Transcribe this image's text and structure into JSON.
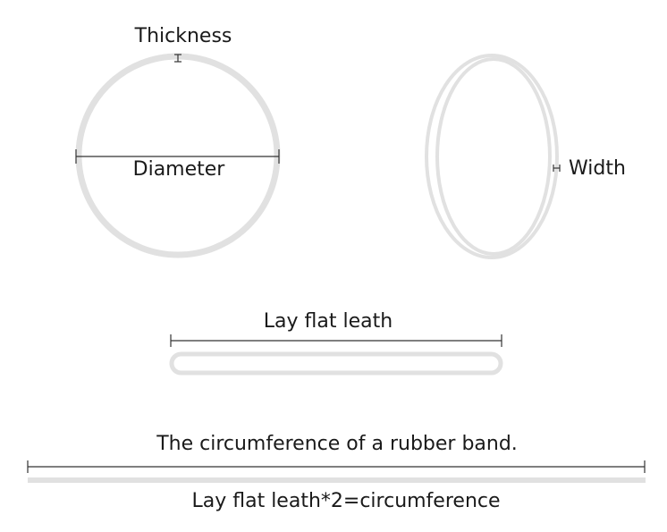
{
  "labels": {
    "thickness": "Thickness",
    "diameter": "Diameter",
    "width": "Width",
    "lay_flat": "Lay flat leath",
    "circumference": "The circumference of a rubber band.",
    "formula": "Lay flat leath*2=circumference"
  },
  "colors": {
    "band": "#e1e1e1",
    "line": "#333333",
    "text": "#1a1a1a",
    "background": "#ffffff"
  }
}
